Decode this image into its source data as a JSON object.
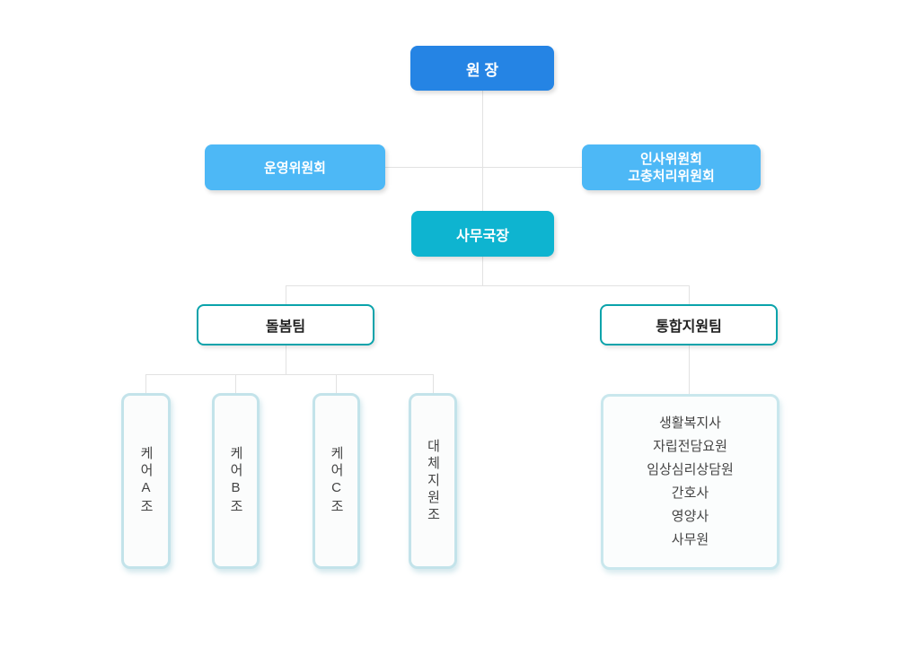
{
  "org": {
    "director": {
      "label": "원 장",
      "color": "#2584e4"
    },
    "committee_left": {
      "label": "운영위원회",
      "color": "#4db8f6"
    },
    "committee_right": {
      "line1": "인사위원회",
      "line2": "고충처리위원회",
      "color": "#4db8f6"
    },
    "secretary": {
      "label": "사무국장",
      "color": "#0eb4d0"
    },
    "team_care": {
      "label": "돌봄팀",
      "border_color": "#0aa3ab"
    },
    "team_support": {
      "label": "통합지원팀",
      "border_color": "#0aa3ab"
    },
    "care_groups": [
      {
        "label": "케어A조"
      },
      {
        "label": "케어B조"
      },
      {
        "label": "케어C조"
      },
      {
        "label": "대체지원조"
      }
    ],
    "support_members": [
      "생활복지사",
      "자립전담요원",
      "임상심리상담원",
      "간호사",
      "영양사",
      "사무원"
    ],
    "colors": {
      "connector": "#e2e2e2",
      "group_border": "#c3e3ea",
      "text_dark": "#222222",
      "text_body": "#444444"
    }
  }
}
